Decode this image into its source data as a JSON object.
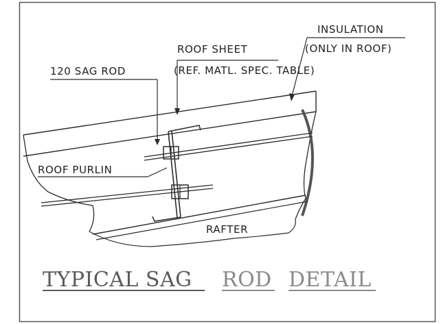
{
  "labels": {
    "insulation": "INSULATION",
    "only_in_roof": "(ONLY IN ROOF)",
    "roof_sheet": "ROOF SHEET",
    "ref_matl": "(REF. MATL. SPEC. TABLE)",
    "sag_rod": "120 SAG ROD",
    "roof_purlin": "ROOF PURLIN",
    "rafter": "RAFTER"
  },
  "title": {
    "word1": "TYPICAL SAG",
    "word2": "ROD",
    "word3": "DETAIL"
  },
  "colors": {
    "line": "#2b2b2b",
    "frame": "#555555",
    "title_dark": "#5a5a5a",
    "title_light": "#8a8a8a",
    "thick_arc": "#555555"
  }
}
